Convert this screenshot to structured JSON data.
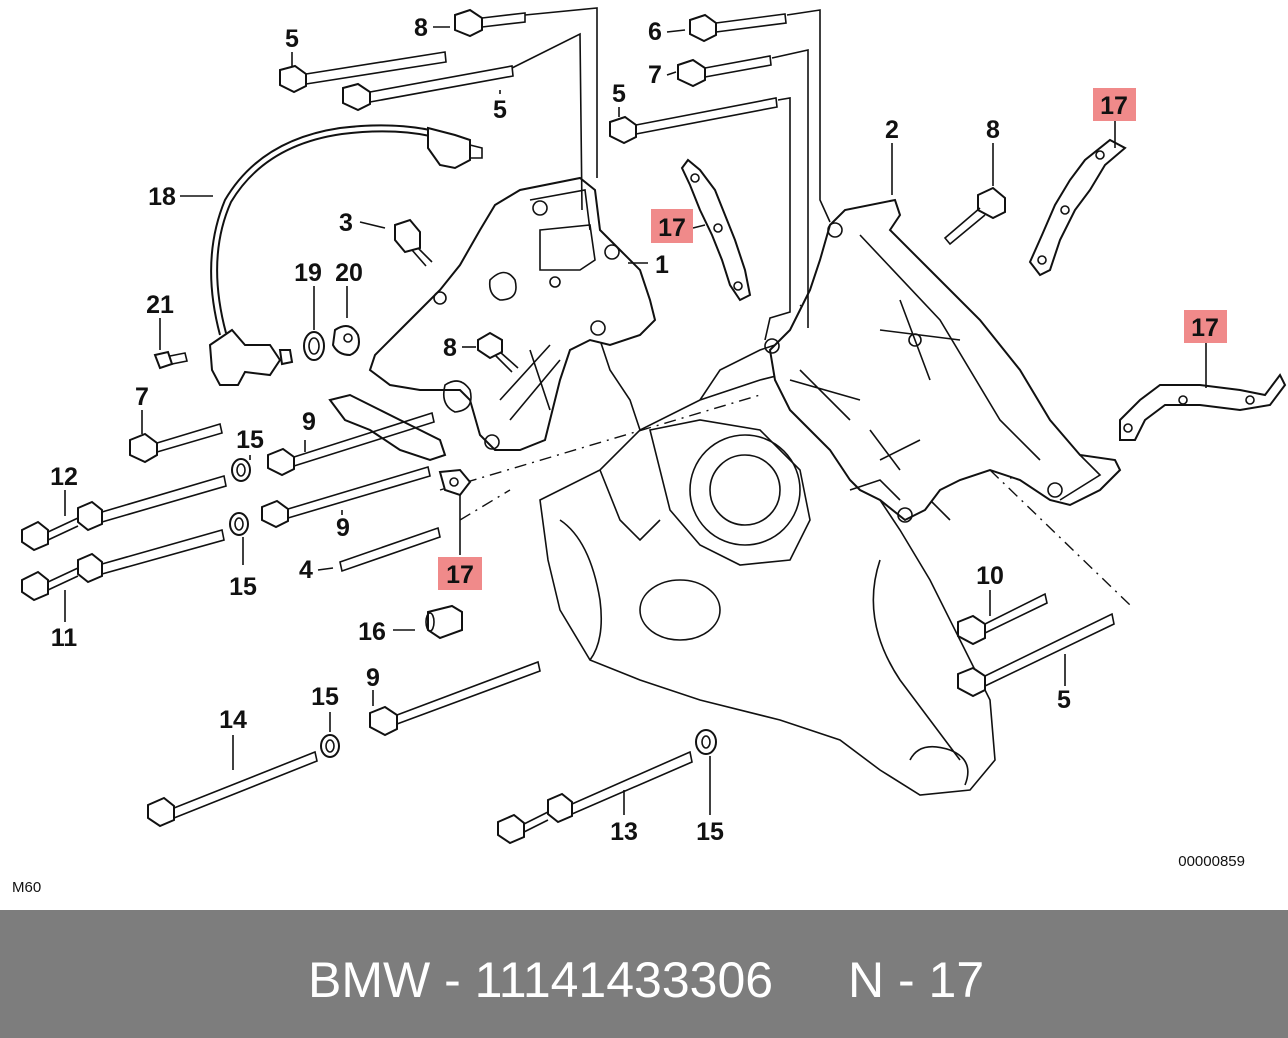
{
  "diagram": {
    "model_label": "M60",
    "drawing_number": "00000859",
    "callouts": [
      {
        "id": "c5a",
        "text": "5"
      },
      {
        "id": "c8a",
        "text": "8"
      },
      {
        "id": "c6",
        "text": "6"
      },
      {
        "id": "c7a",
        "text": "7"
      },
      {
        "id": "c5b",
        "text": "5"
      },
      {
        "id": "c5c",
        "text": "5"
      },
      {
        "id": "c18",
        "text": "18"
      },
      {
        "id": "c3",
        "text": "3"
      },
      {
        "id": "c1",
        "text": "1"
      },
      {
        "id": "c2",
        "text": "2"
      },
      {
        "id": "c8b",
        "text": "8"
      },
      {
        "id": "c19",
        "text": "19"
      },
      {
        "id": "c20",
        "text": "20"
      },
      {
        "id": "c21",
        "text": "21"
      },
      {
        "id": "c8c",
        "text": "8"
      },
      {
        "id": "c7b",
        "text": "7"
      },
      {
        "id": "c9a",
        "text": "9"
      },
      {
        "id": "c15a",
        "text": "15"
      },
      {
        "id": "c12",
        "text": "12"
      },
      {
        "id": "c9b",
        "text": "9"
      },
      {
        "id": "c15b",
        "text": "15"
      },
      {
        "id": "c4",
        "text": "4"
      },
      {
        "id": "c11",
        "text": "11"
      },
      {
        "id": "c16",
        "text": "16"
      },
      {
        "id": "c10",
        "text": "10"
      },
      {
        "id": "c5d",
        "text": "5"
      },
      {
        "id": "c14",
        "text": "14"
      },
      {
        "id": "c15c",
        "text": "15"
      },
      {
        "id": "c9c",
        "text": "9"
      },
      {
        "id": "c13",
        "text": "13"
      },
      {
        "id": "c15d",
        "text": "15"
      }
    ],
    "highlighted_callouts": [
      {
        "id": "h17a",
        "text": "17"
      },
      {
        "id": "h17b",
        "text": "17"
      },
      {
        "id": "h17c",
        "text": "17"
      },
      {
        "id": "h17d",
        "text": "17"
      }
    ],
    "highlight_color": "#f08a8a"
  },
  "footer": {
    "part_label": "BMW - 11141433306",
    "position_label": "N - 17",
    "background_color": "#7d7d7d"
  }
}
